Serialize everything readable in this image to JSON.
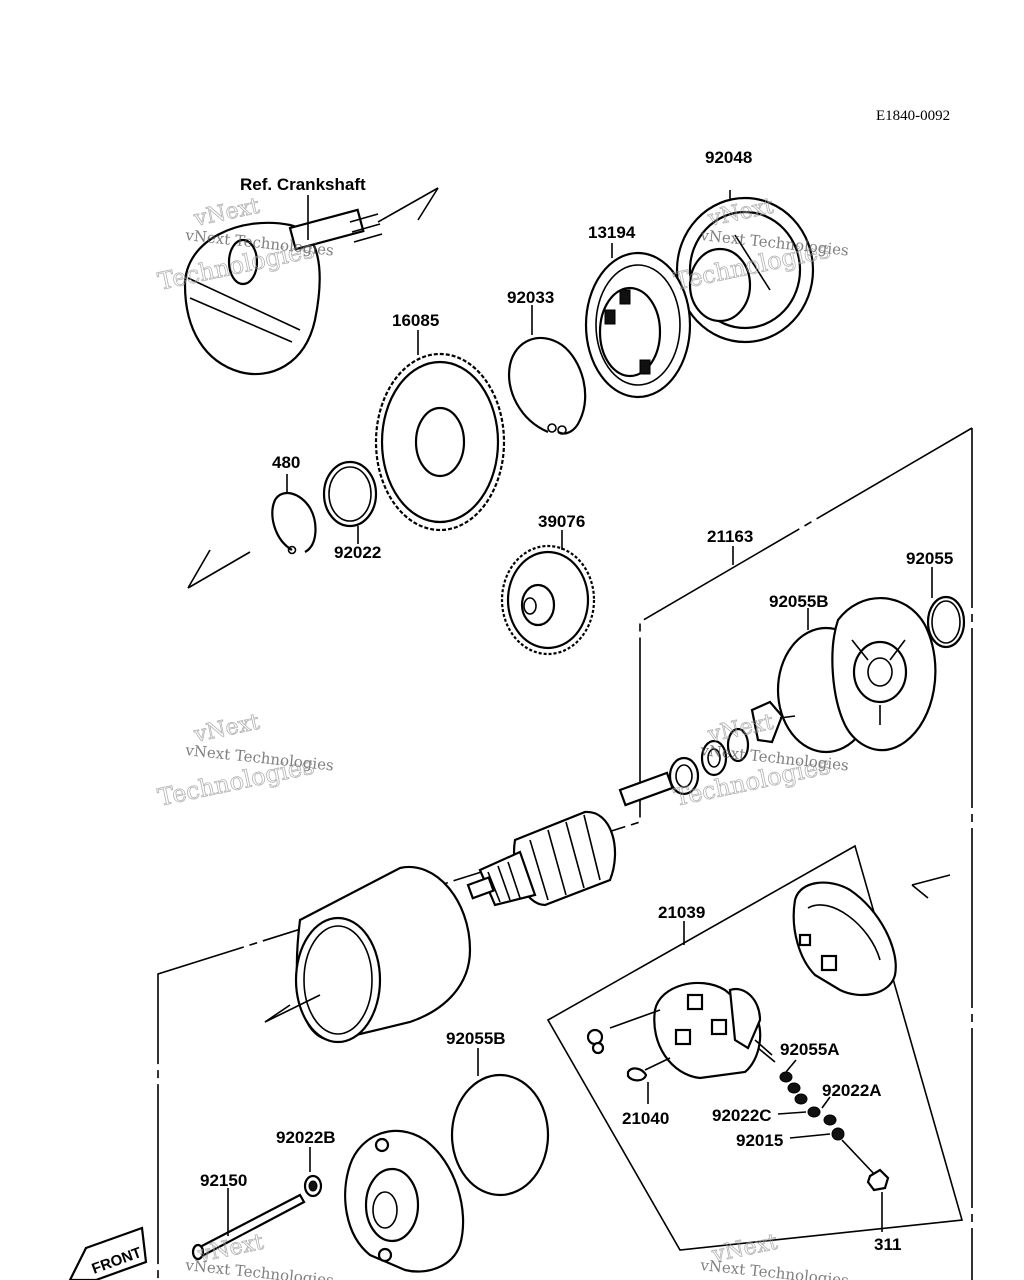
{
  "diagram_code": "E1840-0092",
  "ref_label": "Ref. Crankshaft",
  "front_label": "FRONT",
  "watermark": {
    "line1": "vNext",
    "line2": "Technologies",
    "small": "vNext Technologies"
  },
  "parts": {
    "p92048": "92048",
    "p13194": "13194",
    "p92033": "92033",
    "p16085": "16085",
    "p480": "480",
    "p92022": "92022",
    "p39076": "39076",
    "p21163": "21163",
    "p92055": "92055",
    "p92055B_top": "92055B",
    "p21039": "21039",
    "p92055B_bottom": "92055B",
    "p92055A": "92055A",
    "p92022A": "92022A",
    "p92022C": "92022C",
    "p21040": "21040",
    "p92015": "92015",
    "p92022B": "92022B",
    "p92150": "92150",
    "p311": "311"
  }
}
